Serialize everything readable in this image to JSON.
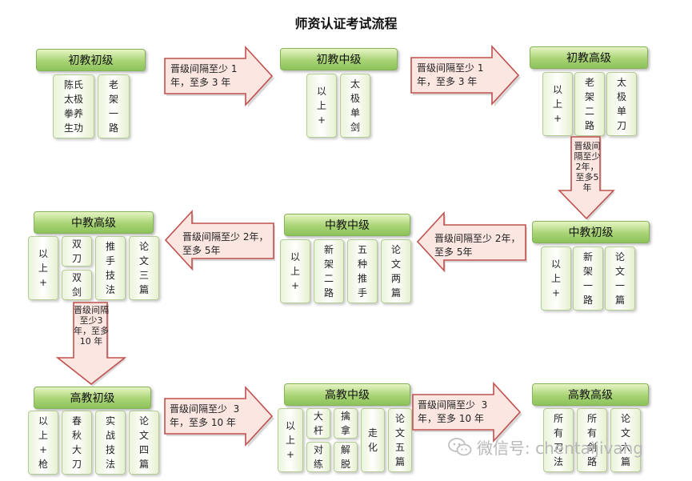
{
  "title": "师资认证考试流程",
  "levels": {
    "l1": {
      "name": "初教初级",
      "items": [
        "陈氏\n太极\n拳养\n生功",
        "老\n架\n一\n路"
      ]
    },
    "l2": {
      "name": "初教中级",
      "items": [
        "以\n上\n+",
        "太\n极\n单\n剑"
      ]
    },
    "l3": {
      "name": "初教高级",
      "items": [
        "以\n上\n+",
        "老\n架\n二\n路",
        "太\n极\n单\n刀"
      ]
    },
    "l4": {
      "name": "中教初级",
      "items": [
        "以\n上\n+",
        "新\n架\n一\n路",
        "论\n文\n一\n篇"
      ]
    },
    "l5": {
      "name": "中教中级",
      "items": [
        "以\n上\n+",
        "新\n架\n二\n路",
        "五\n种\n推\n手",
        "论\n文\n两\n篇"
      ]
    },
    "l6": {
      "name": "中教高级",
      "items": [
        "以\n上\n+",
        "双\n刀",
        "双\n剑",
        "推\n手\n技\n法",
        "论\n文\n三\n篇"
      ]
    },
    "l7": {
      "name": "高教初级",
      "items": [
        "以\n上\n+\n枪",
        "春\n秋\n大\n刀",
        "实\n战\n技\n法",
        "论\n文\n四\n篇"
      ]
    },
    "l8": {
      "name": "高教中级",
      "items": [
        "以\n上\n+",
        "大\n杆",
        "对\n练",
        "擒\n拿",
        "解\n脱",
        "走\n化",
        "论\n文\n五\n篇"
      ]
    },
    "l9": {
      "name": "高教高级",
      "items": [
        "所\n有\n刀\n法",
        "所\n有\n剑\n路",
        "论\n文\n六\n篇"
      ]
    }
  },
  "arrows": {
    "a1": "晋级间隔至少 1\n年，至多 3 年",
    "a2": "晋级间隔至少 1\n年，至多 3 年",
    "a3": "晋级间隔至少\n2年，至多5年",
    "a4": "晋级间隔至少 2年，\n至多 5年",
    "a5": "晋级间隔至少 2年，\n至多 5年",
    "a6": "晋级间隔至少3\n年，至多 10 年",
    "a7": "晋级间隔至少  3\n年，至多 10 年",
    "a8": "晋级间隔至少  3\n年，至多 10 年"
  },
  "watermark": {
    "text": "微信号: chentaijivang",
    "icon": "wechat-icon"
  },
  "colors": {
    "header": "#a9d475",
    "cell_border": "#b5cb96",
    "arrow_fill": "#fbe6e1",
    "arrow_stroke": "#c0504d"
  }
}
